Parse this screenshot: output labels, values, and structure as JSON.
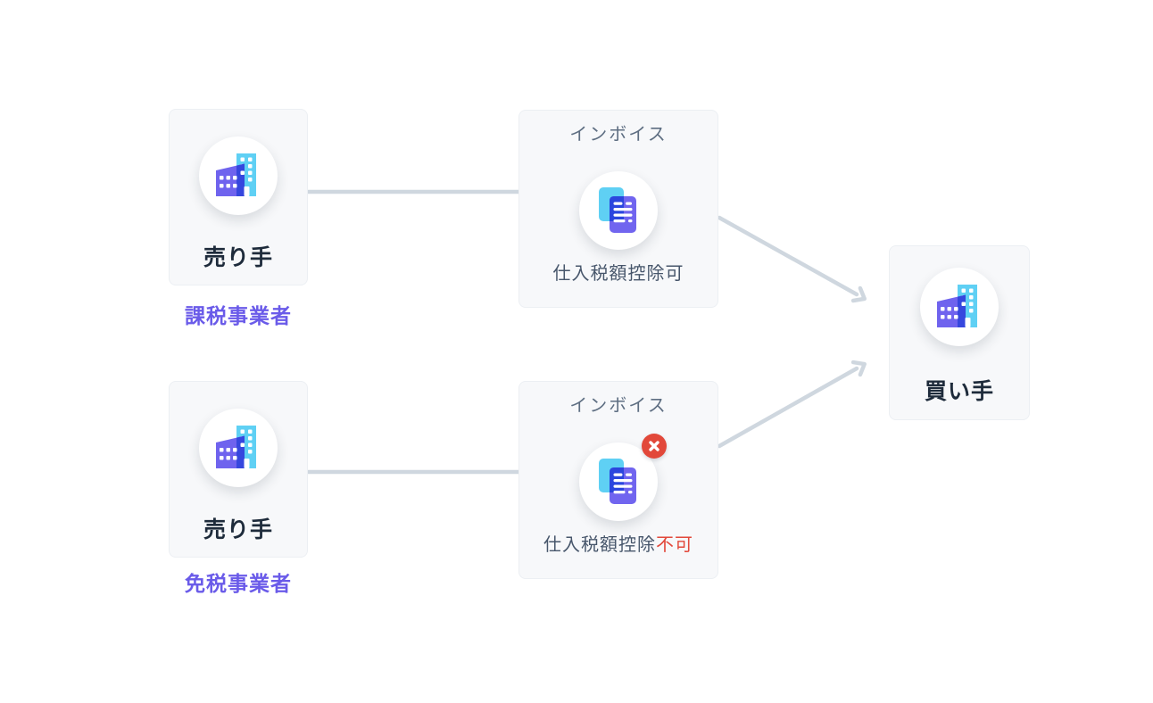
{
  "diagram": {
    "nodes": {
      "seller_top": {
        "label": "売り手",
        "tag": "課税事業者"
      },
      "invoice_top": {
        "title": "インボイス",
        "status": "仕入税額控除可"
      },
      "seller_bottom": {
        "label": "売り手",
        "tag": "免税事業者"
      },
      "invoice_bottom": {
        "title": "インボイス",
        "status_prefix": "仕入税額控除",
        "status_suffix": "不可"
      },
      "buyer": {
        "label": "買い手"
      }
    },
    "icons": {
      "building": "building-icon",
      "invoice_ok": "invoice-document-icon",
      "invoice_ng": "invoice-document-rejected-icon",
      "badge": "x-badge-icon"
    },
    "colors": {
      "card_bg": "#f7f8fa",
      "card_border": "#eceff3",
      "connector": "#cfd7df",
      "text_dark": "#1e2b3b",
      "text_slate": "#47566b",
      "text_gray": "#5e6e82",
      "accent_purple": "#6a5be9",
      "alert_red": "#e2483a",
      "icon_sky_blue": "#5fd0f4",
      "icon_purple": "#6f63ee",
      "icon_overlap_blue": "#3647de"
    }
  }
}
